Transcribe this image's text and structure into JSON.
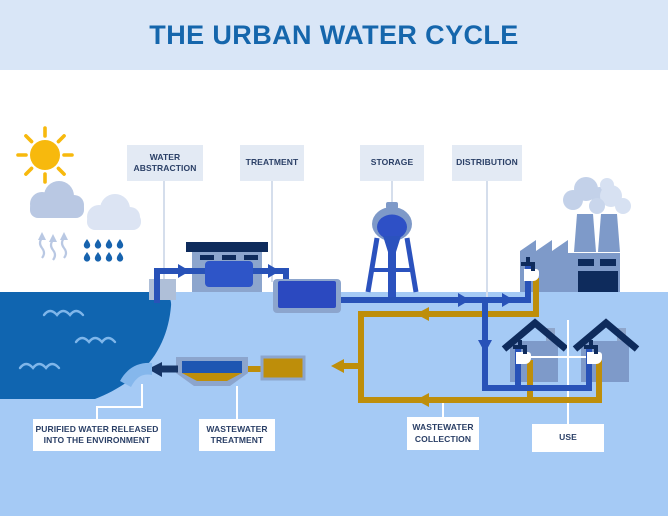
{
  "title": "THE URBAN WATER CYCLE",
  "labels": {
    "top": [
      "WATER ABSTRACTION",
      "TREATMENT",
      "STORAGE",
      "DISTRIBUTION"
    ],
    "bottom": [
      "PURIFIED WATER RELEASED INTO THE ENVIRONMENT",
      "WASTEWATER TREATMENT",
      "WASTEWATER COLLECTION",
      "USE"
    ]
  },
  "colors": {
    "header_band": "#d9e6f7",
    "title_text": "#1566ac",
    "upper_background": "#ffffff",
    "lower_background": "#a5caf5",
    "river_water": "#1065b0",
    "wave_stroke": "#7fb6ea",
    "clean_water_pipe": "#2852b8",
    "wastewater_pipe": "#be8e0a",
    "outfall_pipe": "#163567",
    "building_body": "#7e9ac9",
    "building_roof": "#0e2b5c",
    "tank_water": "#2e55c8",
    "container_gray": "#8ca5cd",
    "top_label_box": "#e3eaf4",
    "bottom_label_box": "#ffffff",
    "label_text": "#2a3f66",
    "connector_top": "#d5deec",
    "connector_bottom": "#ffffff",
    "sun": "#f7b90d",
    "cloud_dark": "#b9c8e3",
    "cloud_light": "#dce4f3",
    "rain_drop": "#1763ae",
    "sink": "#ffffff"
  },
  "icons": {
    "sun-icon": "yellow circle with 8 rays",
    "cloud-icons": "two overlapping clouds",
    "rain-icon": "8 falling drops",
    "evaporation-icon": "3 wavy rising arrows",
    "water-intake-icon": "gray box at shoreline",
    "treatment-plant-icon": "building with blue tank",
    "storage-basin-icon": "blue basin in gray container",
    "water-tower-icon": "elevated spherical tank on legs",
    "factory-icon": "sawtooth-roof plant with 2 smoking chimneys",
    "house-icon": "gabled house with faucet and sink",
    "faucet-icon": "dark tap over white sink",
    "clarifier-icon": "settling tank with sludge",
    "outfall-icon": "spout pouring purified water into river"
  }
}
